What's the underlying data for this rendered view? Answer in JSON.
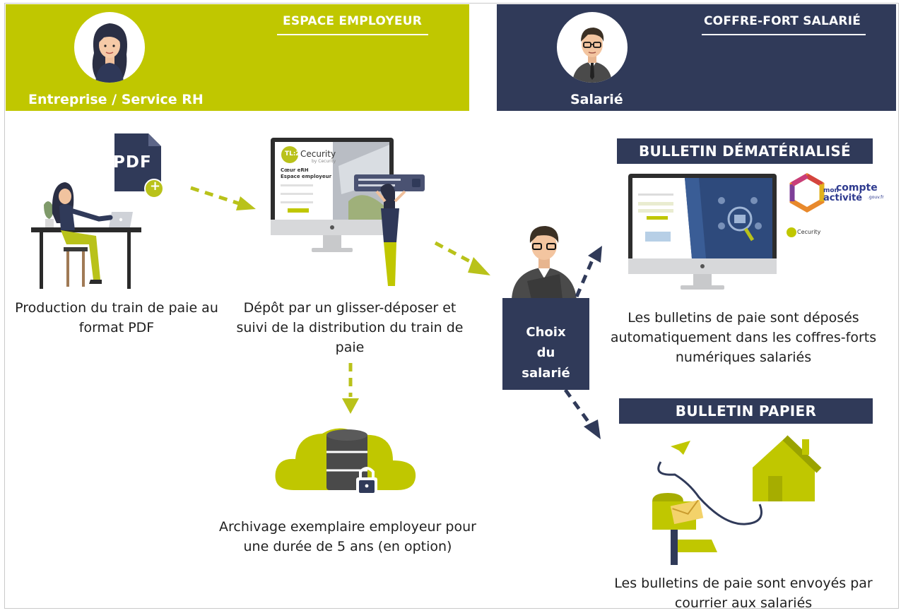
{
  "left_band": {
    "title": "ESPACE EMPLOYEUR",
    "role": "Entreprise / Service RH"
  },
  "right_band": {
    "title": "COFFRE-FORT SALARIÉ",
    "role": "Salarié"
  },
  "pdf_icon": {
    "label": "PDF",
    "add_symbol": "+"
  },
  "monitor_screen": {
    "brand": "TL:Z",
    "product": "Cecurity",
    "product_sub": "by Cecurity",
    "line1": "Cœur eRH",
    "line2": "Espace employeur"
  },
  "steps": {
    "production": "Production du train de paie au format PDF",
    "depot": "Dépôt par un glisser-déposer et suivi de la distribution du train de paie",
    "archivage": "Archivage exemplaire employeur pour une durée de 5 ans (en option)"
  },
  "choice": {
    "label": "Choix du salarié"
  },
  "dematerialise": {
    "heading": "BULLETIN DÉMATÉRIALISÉ",
    "caption": "Les bulletins de paie sont déposés automatiquement dans les coffres-forts numériques salariés",
    "logo_mon": "mon",
    "logo_compte": "compte",
    "logo_activite": "activité",
    "logo_gouv": ".gouv.fr",
    "cecurity_small": "Cecurity"
  },
  "papier": {
    "heading": "BULLETIN PAPIER",
    "caption": "Les bulletins de paie sont envoyés par courrier aux salariés"
  },
  "colors": {
    "lime": "#c0c700",
    "navy": "#303a59",
    "dash": "#b9c21a"
  }
}
